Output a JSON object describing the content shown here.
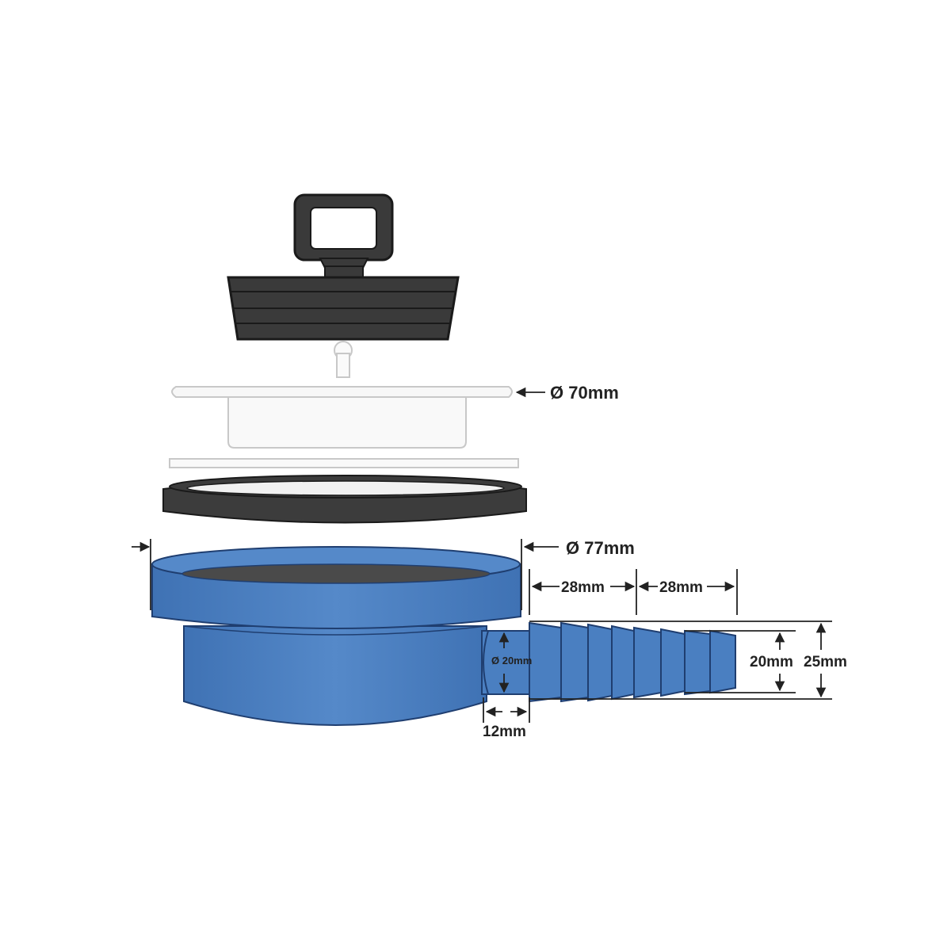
{
  "colors": {
    "background": "#ffffff",
    "plug_rubber": "#3a3a3a",
    "plug_outline": "#1a1a1a",
    "flange_fill": "#f7f7f7",
    "flange_stroke": "#c8c8c8",
    "gasket_dark": "#3c3c3c",
    "body_blue": "#4a7fc1",
    "body_blue_dark": "#2f5a9a",
    "body_outline": "#1f3e70",
    "dimension_line": "#222222"
  },
  "icons": {
    "plug": "rubber-plug-with-handle-icon",
    "arrow": "arrow-icon"
  },
  "dimensions": {
    "flange_diameter": "Ø 70mm",
    "body_diameter": "Ø 77mm",
    "barb_segment_1": "28mm",
    "barb_segment_2": "28mm",
    "outlet_diameter": "Ø 20mm",
    "outlet_length": "12mm",
    "hose_inner": "20mm",
    "hose_outer": "25mm"
  }
}
